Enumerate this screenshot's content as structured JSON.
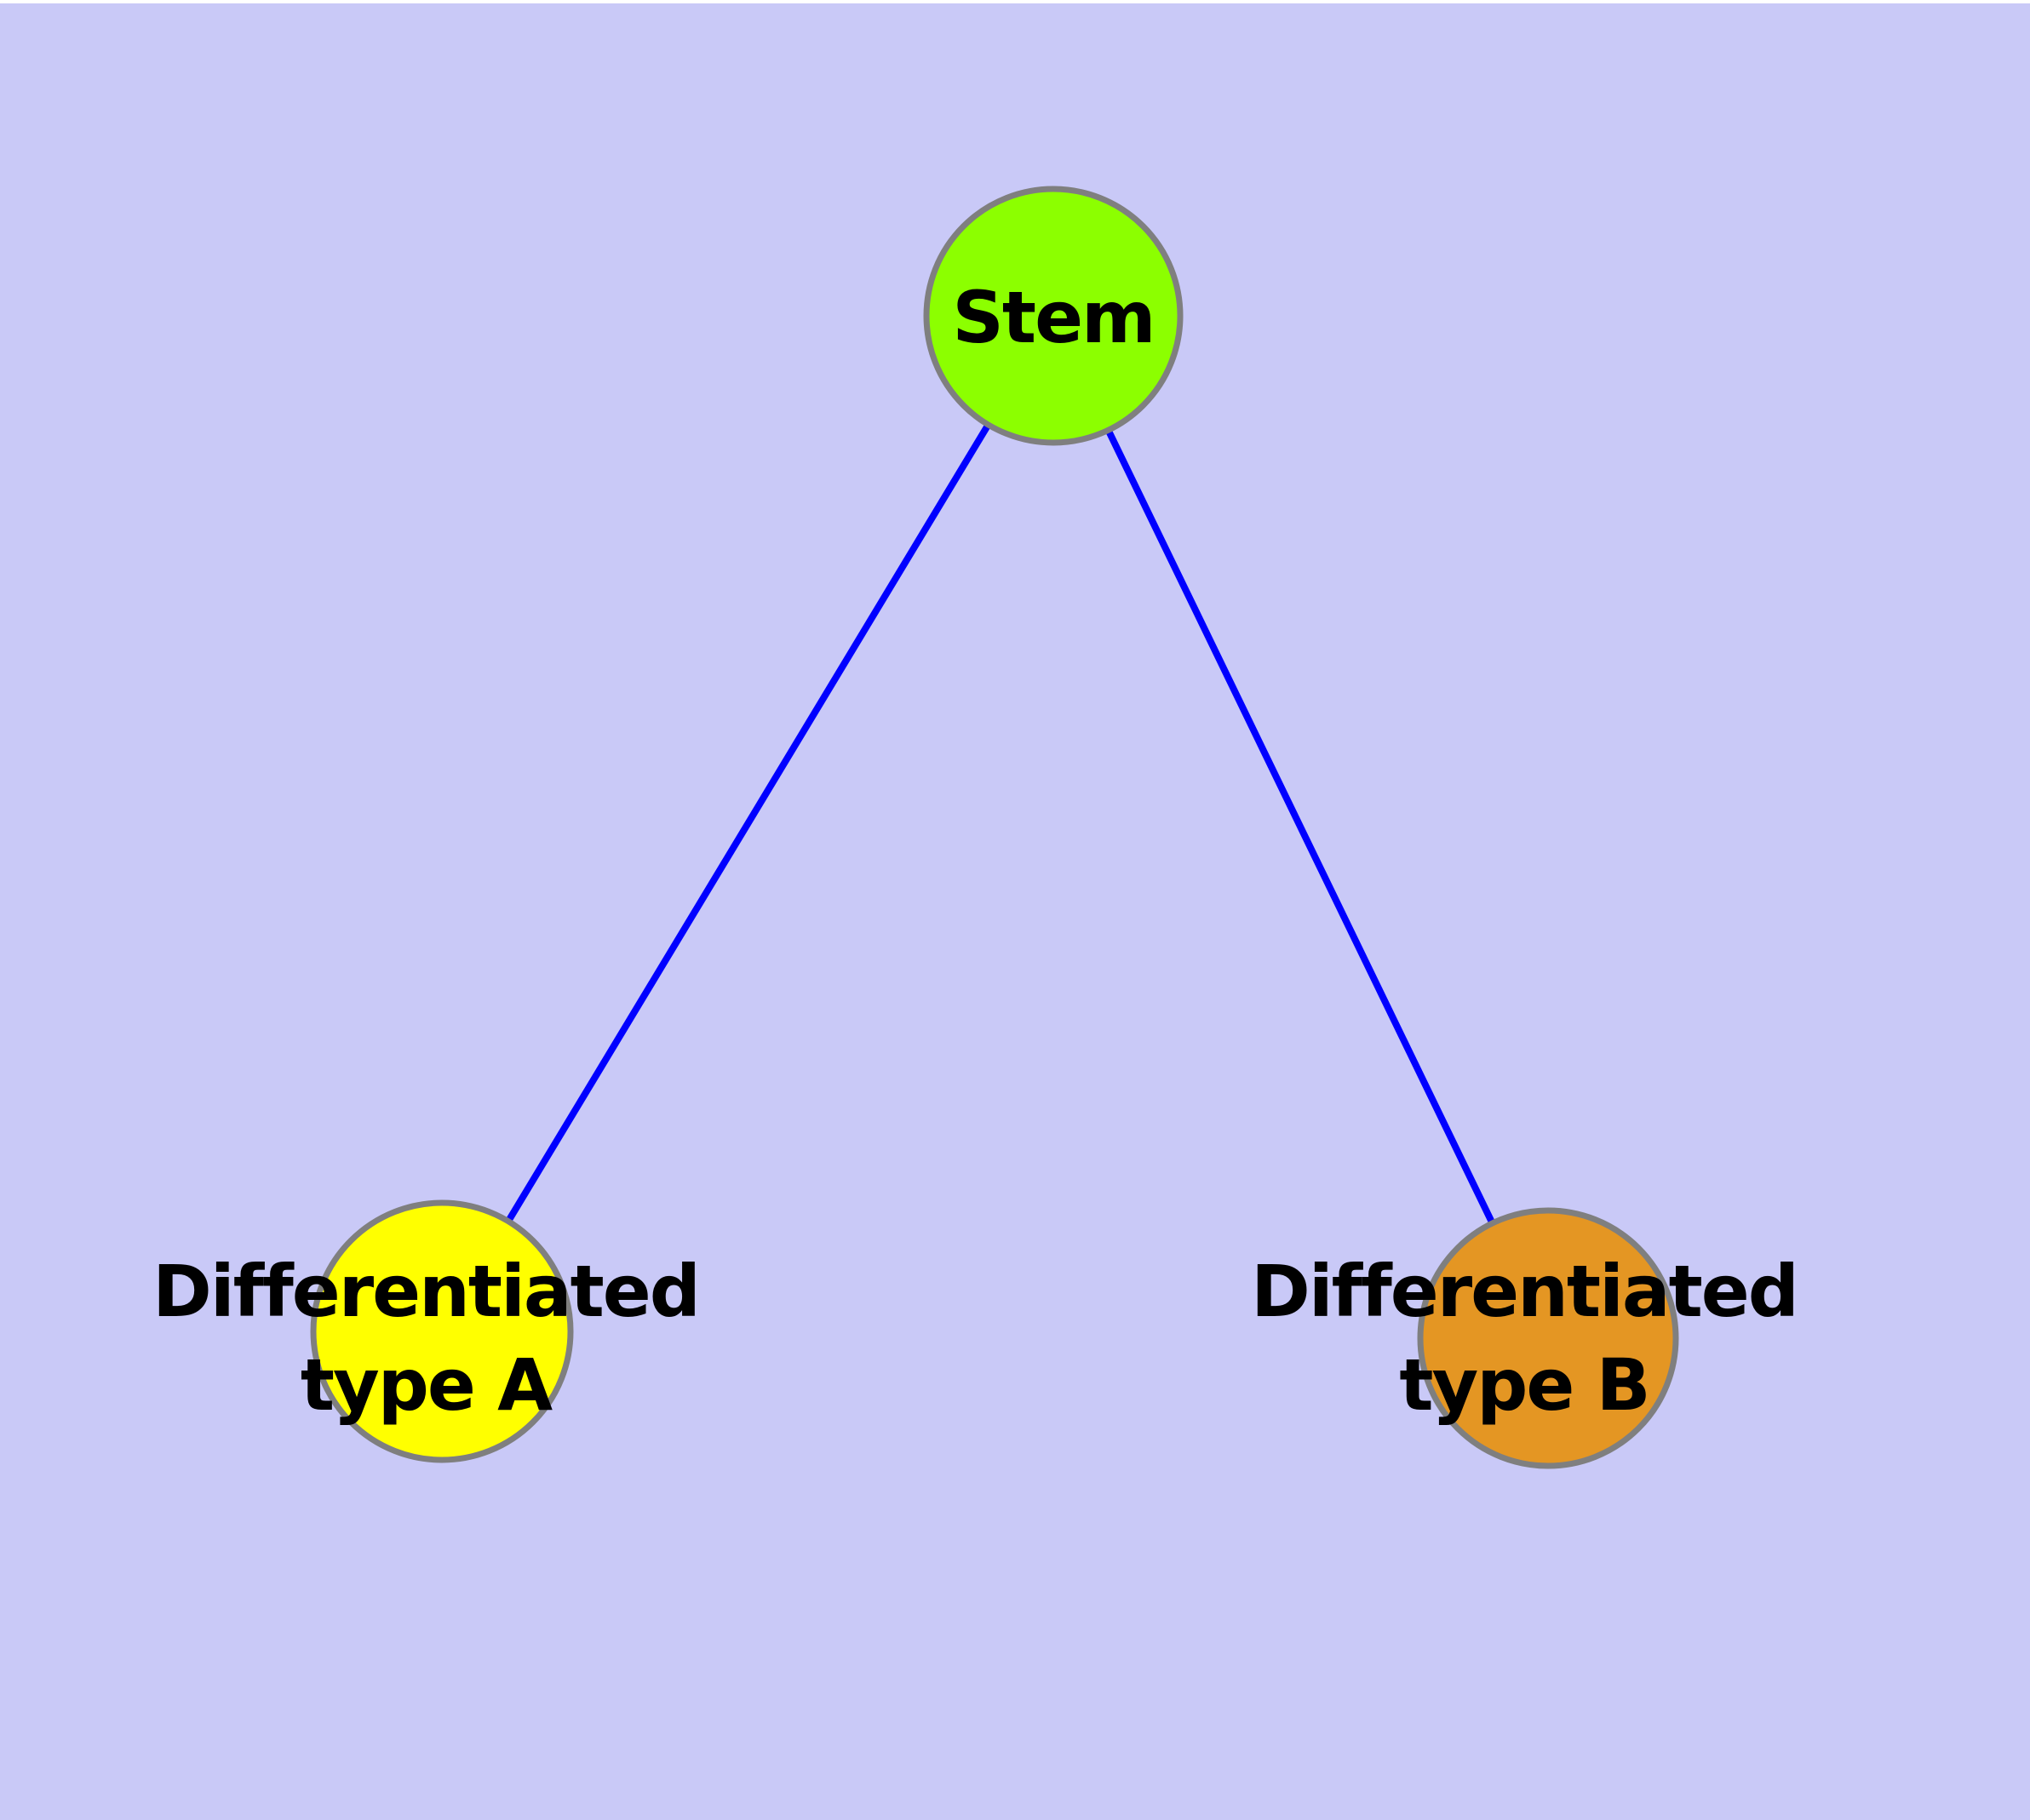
{
  "diagram": {
    "title": "",
    "background_color": "#C9C9F7",
    "top_margin_color": "#FFFFFF",
    "edge_color": "#0000FF",
    "node_border_color": "#7F7F7F",
    "text_color": "#000000",
    "nodes": {
      "stem": {
        "label": "Stem",
        "fill": "#8CFF00"
      },
      "type_a": {
        "label_line1": "Differentiated",
        "label_line2": "type A",
        "fill": "#FFFF00"
      },
      "type_b": {
        "label_line1": "Differentiated",
        "label_line2": "type B",
        "fill": "#E49623"
      }
    },
    "edges": [
      {
        "from": "Stem",
        "to": "Differentiated type A"
      },
      {
        "from": "Stem",
        "to": "Differentiated type B"
      }
    ]
  }
}
